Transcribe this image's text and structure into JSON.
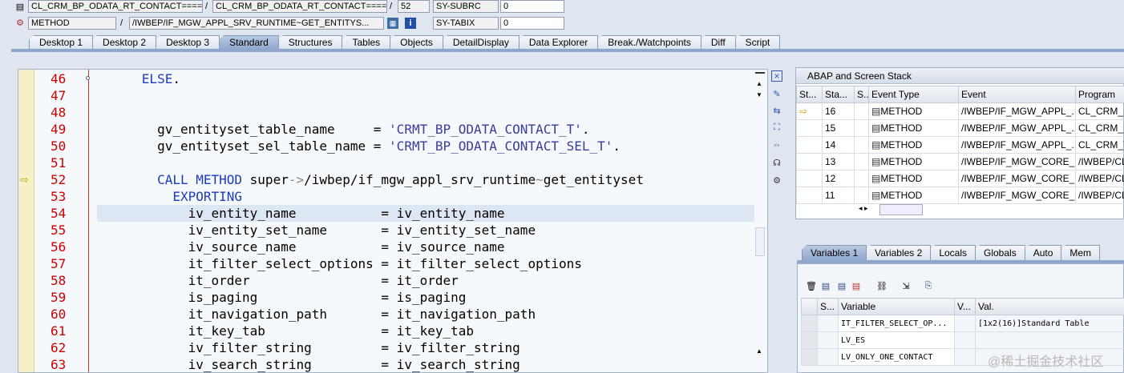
{
  "top": {
    "row1": {
      "program": "CL_CRM_BP_ODATA_RT_CONTACT====...",
      "include": "CL_CRM_BP_ODATA_RT_CONTACT====...",
      "line": "52",
      "sysfield": "SY-SUBRC",
      "sysvalue": "0"
    },
    "row2": {
      "type": "METHOD",
      "name": "/IWBEP/IF_MGW_APPL_SRV_RUNTIME~GET_ENTITYS...",
      "sysfield": "SY-TABIX",
      "sysvalue": "0"
    },
    "slash": "/"
  },
  "tabs": [
    "Desktop 1",
    "Desktop 2",
    "Desktop 3",
    "Standard",
    "Structures",
    "Tables",
    "Objects",
    "DetailDisplay",
    "Data Explorer",
    "Break./Watchpoints",
    "Diff",
    "Script"
  ],
  "active_tab": "Standard",
  "code": [
    {
      "n": "46",
      "t": "      ELSE."
    },
    {
      "n": "47",
      "t": ""
    },
    {
      "n": "48",
      "t": ""
    },
    {
      "n": "49",
      "t": "        gv_entityset_table_name     = 'CRMT_BP_ODATA_CONTACT_T'."
    },
    {
      "n": "50",
      "t": "        gv_entityset_sel_table_name = 'CRMT_BP_ODATA_CONTACT_SEL_T'."
    },
    {
      "n": "51",
      "t": ""
    },
    {
      "n": "52",
      "t": "        CALL METHOD super->/iwbep/if_mgw_appl_srv_runtime~get_entityset"
    },
    {
      "n": "53",
      "t": "          EXPORTING"
    },
    {
      "n": "54",
      "t": "            iv_entity_name           = iv_entity_name"
    },
    {
      "n": "55",
      "t": "            iv_entity_set_name       = iv_entity_set_name"
    },
    {
      "n": "56",
      "t": "            iv_source_name           = iv_source_name"
    },
    {
      "n": "57",
      "t": "            it_filter_select_options = it_filter_select_options"
    },
    {
      "n": "58",
      "t": "            it_order                 = it_order"
    },
    {
      "n": "59",
      "t": "            is_paging                = is_paging"
    },
    {
      "n": "60",
      "t": "            it_navigation_path       = it_navigation_path"
    },
    {
      "n": "61",
      "t": "            it_key_tab               = it_key_tab"
    },
    {
      "n": "62",
      "t": "            iv_filter_string         = iv_filter_string"
    },
    {
      "n": "63",
      "t": "            iv_search_string         = iv_search_string"
    }
  ],
  "stack": {
    "title": "ABAP and Screen Stack",
    "columns": [
      "St...",
      "Sta...",
      "S...",
      "Event Type",
      "Event",
      "Program"
    ],
    "rows": [
      {
        "level": "16",
        "type": "METHOD",
        "event": "/IWBEP/IF_MGW_APPL_...",
        "program": "CL_CRM_BP"
      },
      {
        "level": "15",
        "type": "METHOD",
        "event": "/IWBEP/IF_MGW_APPL_...",
        "program": "CL_CRM_BP"
      },
      {
        "level": "14",
        "type": "METHOD",
        "event": "/IWBEP/IF_MGW_APPL_...",
        "program": "CL_CRM_TA"
      },
      {
        "level": "13",
        "type": "METHOD",
        "event": "/IWBEP/IF_MGW_CORE_...",
        "program": "/IWBEP/CL_"
      },
      {
        "level": "12",
        "type": "METHOD",
        "event": "/IWBEP/IF_MGW_CORE_...",
        "program": "/IWBEP/CL_"
      },
      {
        "level": "11",
        "type": "METHOD",
        "event": "/IWBEP/IF_MGW_CORE_...",
        "program": "/IWBEP/CL_"
      }
    ]
  },
  "var_tabs": [
    "Variables 1",
    "Variables 2",
    "Locals",
    "Globals",
    "Auto",
    "Mem"
  ],
  "variables": {
    "columns": [
      "S...",
      "Variable",
      "V...",
      "Val."
    ],
    "rows": [
      {
        "name": "IT_FILTER_SELECT_OP...",
        "value": "[1x2(16)]Standard Table"
      },
      {
        "name": "LV_ES",
        "value": ""
      },
      {
        "name": "LV_ONLY_ONE_CONTACT",
        "value": ""
      }
    ]
  },
  "watermark": "@稀土掘金技术社区",
  "colors": {
    "keyword": "#1c3bbf",
    "linenum": "#c00000",
    "active_tab": "#8fa7cc"
  }
}
